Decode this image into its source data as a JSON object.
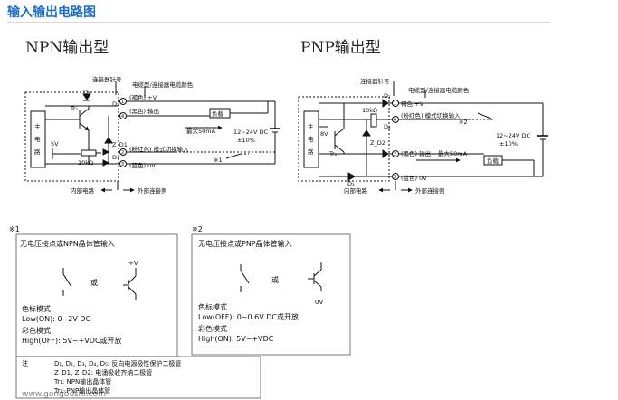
{
  "title": "输入输出电路图",
  "npn": {
    "heading": "NPN输出型",
    "main_circuit": [
      "主",
      "电",
      "路"
    ],
    "lbl_connector_pin": "连接器针号",
    "lbl_cable_color": "电缆型/连接器电缆颜色",
    "lbl_brown": "(褐色) +V",
    "lbl_black": "(黑色) 输出",
    "lbl_load": "负载",
    "lbl_max": "最大50mA",
    "lbl_voltage": "12~24V DC",
    "lbl_tol": "±10%",
    "lbl_pink": "(粉红色) 模式切换输入",
    "lbl_blue": "(蓝色) 0V",
    "lbl_note1": "※1",
    "lbl_internal": "内部电路",
    "lbl_external": "外部连接例",
    "lbl_D1": "D₁",
    "lbl_D2": "D₂",
    "lbl_D3": "D₃",
    "lbl_Tr1": "Tr₁",
    "lbl_ZD1": "Z_D1",
    "lbl_5V": "5V",
    "lbl_10k": "10kΩ",
    "pin1": "1",
    "pin2": "2",
    "pin3": "3",
    "pin4": "4"
  },
  "pnp": {
    "heading": "PNP输出型",
    "main_circuit": [
      "主",
      "电",
      "路"
    ],
    "lbl_connector_pin": "连接器针号",
    "lbl_cable_color": "电缆型/连接器电缆颜色",
    "lbl_brown": "褐色 +V",
    "lbl_pink": "(粉红色) 模式切换输入",
    "lbl_note2": "※2",
    "lbl_voltage": "12~24V DC",
    "lbl_tol": "±10%",
    "lbl_black": "(黑色) 输出",
    "lbl_max": "最大50mA",
    "lbl_load": "负载",
    "lbl_blue": "(蓝色) 0V",
    "lbl_internal": "内部电路",
    "lbl_external": "外部连接例",
    "lbl_D1": "D₁",
    "lbl_D2": "D₂",
    "lbl_D3": "D₃",
    "lbl_Tr2": "Tr₂",
    "lbl_ZD2": "Z_D2",
    "lbl_8V": "8V",
    "lbl_10k": "10kΩ",
    "pin1": "1",
    "pin2": "2",
    "pin3": "3",
    "pin4": "4"
  },
  "note1": {
    "mark": "※1",
    "heading": "无电压接点或NPN晶体管输入",
    "or": "或",
    "plus_v": "+V",
    "mode1_title": "色标模式",
    "mode1_line": "Low(ON): 0~2V DC",
    "mode2_title": "彩色模式",
    "mode2_line": "High(OFF): 5V~+VDC或开放"
  },
  "note2": {
    "mark": "※2",
    "heading": "无电压接点或PNP晶体管输入",
    "or": "或",
    "zero_v": "0V",
    "mode1_title": "色标模式",
    "mode1_line": "Low(OFF): 0~0.6V DC或开放",
    "mode2_title": "彩色模式",
    "mode2_line": "High(ON): 5V~+VDC"
  },
  "legend": {
    "line1": "D₁, D₂, D₃, D₄, D₅: 反向电源极性保护二极管",
    "line2": "Z_D1, Z_D2: 电涌吸收齐纳二极管",
    "line3": "Tr₁: NPN输出晶体管",
    "line4": "Tr₂: PNP输出晶体管",
    "marker": "注"
  },
  "watermark": "www.gongboshi.com"
}
